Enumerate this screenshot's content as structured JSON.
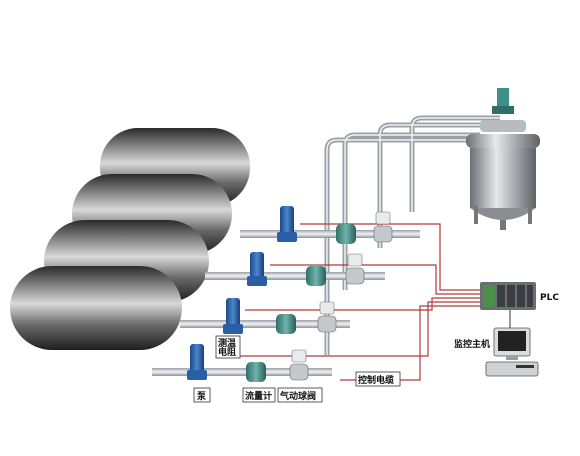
{
  "labels": {
    "pump": "泵",
    "temp_resistor": "测温电阻",
    "flow_meter": "流量计",
    "pneumatic_ball_valve": "气动球阀",
    "control_cable": "控制电缆",
    "plc": "PLC",
    "monitor_host": "监控主机"
  },
  "colors": {
    "tank_body": "#5a5a5a",
    "pipe": "#c8ccd0",
    "pump_blue": "#2a5fa8",
    "valve_green": "#3f8f88",
    "cable_red": "#b23a3a",
    "plc_green": "#4b8f4b"
  }
}
